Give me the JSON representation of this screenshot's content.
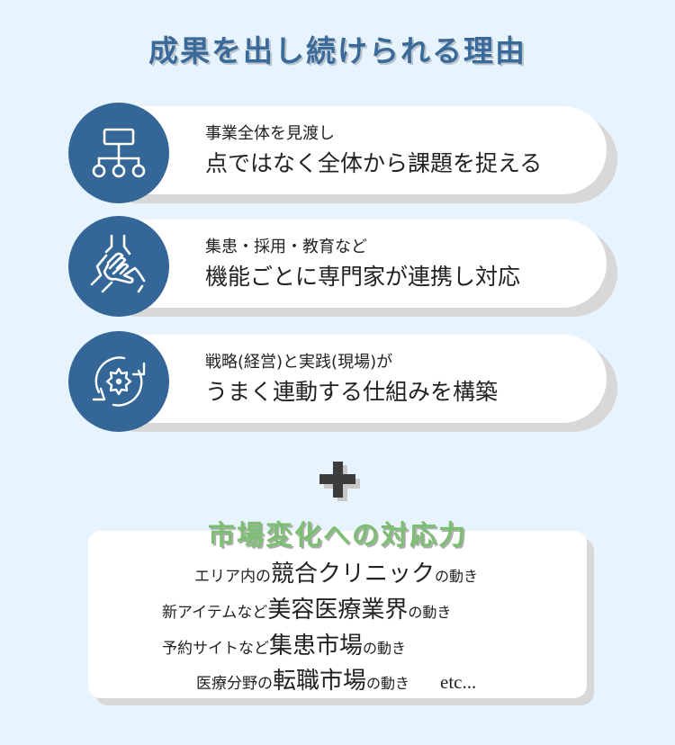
{
  "title": "成果を出し続けられる理由",
  "reasons": [
    {
      "icon": "org-chart-icon",
      "sub": "事業全体を見渡し",
      "main": "点ではなく全体から課題を捉える"
    },
    {
      "icon": "handshake-icon",
      "sub": "集患・採用・教育など",
      "main": "機能ごとに専門家が連携し対応"
    },
    {
      "icon": "gear-cycle-icon",
      "sub": "戦略(経営)と実践(現場)が",
      "main": "うまく連動する仕組みを構築"
    }
  ],
  "plus_icon": "plus-icon",
  "market": {
    "title": "市場変化への対応力",
    "lines": [
      {
        "prefix": "エリア内の",
        "highlight": "競合クリニック",
        "suffix": "の動き"
      },
      {
        "prefix": "新アイテムなど",
        "highlight": "美容医療業界",
        "suffix": "の動き"
      },
      {
        "prefix": "予約サイトなど",
        "highlight": "集患市場",
        "suffix": "の動き"
      },
      {
        "prefix": "医療分野の",
        "highlight": "転職市場",
        "suffix": "の動き",
        "etc": "etc..."
      }
    ]
  },
  "colors": {
    "background": "#e8f4fd",
    "title": "#3a6a9a",
    "icon_circle": "#346697",
    "market_title": "#7cbf73",
    "plus": "#3c3c3c"
  }
}
